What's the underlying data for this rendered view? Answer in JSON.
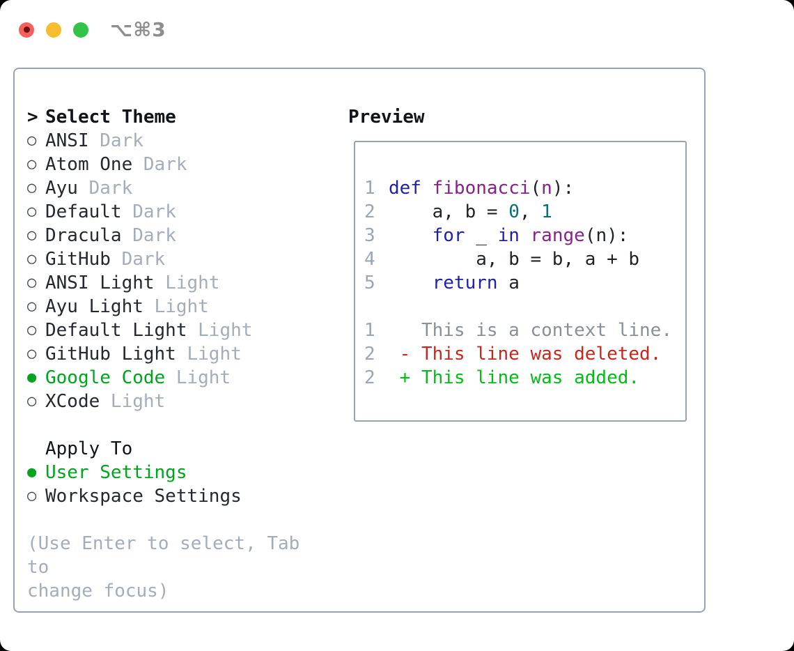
{
  "window": {
    "title": "⌥⌘3",
    "controls": [
      {
        "name": "close",
        "color": "#f4615c",
        "inner_dot": "#6e100d"
      },
      {
        "name": "minimize",
        "color": "#f7bd2f",
        "inner_dot": null
      },
      {
        "name": "zoom",
        "color": "#33c348",
        "inner_dot": null
      }
    ]
  },
  "colors": {
    "border": "#99a3b0",
    "text": "#24292f",
    "muted": "#a4adba",
    "linenum": "#9aa5b5",
    "selection": "#00a41f",
    "keyword": "#1f1fae",
    "name": "#882288",
    "literal": "#0b6e6e",
    "plain": "#1f2328",
    "context": "#8a9097",
    "deleted": "#c9271b",
    "added": "#00bd17",
    "title_gray": "#8e8e8e"
  },
  "theme_picker": {
    "title_marker": ">",
    "title": "Select Theme",
    "radio_unselected": "○",
    "radio_selected": "●",
    "items": [
      {
        "name": "ANSI",
        "variant": "Dark",
        "selected": false
      },
      {
        "name": "Atom One",
        "variant": "Dark",
        "selected": false
      },
      {
        "name": "Ayu",
        "variant": "Dark",
        "selected": false
      },
      {
        "name": "Default",
        "variant": "Dark",
        "selected": false
      },
      {
        "name": "Dracula",
        "variant": "Dark",
        "selected": false
      },
      {
        "name": "GitHub",
        "variant": "Dark",
        "selected": false
      },
      {
        "name": "ANSI Light",
        "variant": "Light",
        "selected": false
      },
      {
        "name": "Ayu Light",
        "variant": "Light",
        "selected": false
      },
      {
        "name": "Default Light",
        "variant": "Light",
        "selected": false
      },
      {
        "name": "GitHub Light",
        "variant": "Light",
        "selected": false
      },
      {
        "name": "Google Code",
        "variant": "Light",
        "selected": true
      },
      {
        "name": "XCode",
        "variant": "Light",
        "selected": false
      }
    ]
  },
  "apply_to": {
    "title": "Apply To",
    "options": [
      {
        "label": "User Settings",
        "selected": true
      },
      {
        "label": "Workspace Settings",
        "selected": false
      }
    ]
  },
  "hint": "(Use Enter to select, Tab to\nchange focus)",
  "preview": {
    "title": "Preview",
    "code_lines": [
      {
        "num": "1",
        "segments": [
          {
            "t": "def",
            "c": "keyword"
          },
          {
            "t": " ",
            "c": "plain"
          },
          {
            "t": "fibonacci",
            "c": "name"
          },
          {
            "t": "(",
            "c": "plain"
          },
          {
            "t": "n",
            "c": "name"
          },
          {
            "t": "):",
            "c": "plain"
          }
        ]
      },
      {
        "num": "2",
        "segments": [
          {
            "t": "    a, b = ",
            "c": "plain"
          },
          {
            "t": "0",
            "c": "literal"
          },
          {
            "t": ", ",
            "c": "plain"
          },
          {
            "t": "1",
            "c": "literal"
          }
        ]
      },
      {
        "num": "3",
        "segments": [
          {
            "t": "    ",
            "c": "plain"
          },
          {
            "t": "for",
            "c": "keyword"
          },
          {
            "t": " _ ",
            "c": "plain"
          },
          {
            "t": "in",
            "c": "keyword"
          },
          {
            "t": " ",
            "c": "plain"
          },
          {
            "t": "range",
            "c": "name"
          },
          {
            "t": "(n):",
            "c": "plain"
          }
        ]
      },
      {
        "num": "4",
        "segments": [
          {
            "t": "        a, b = b, a + b",
            "c": "plain"
          }
        ]
      },
      {
        "num": "5",
        "segments": [
          {
            "t": "    ",
            "c": "plain"
          },
          {
            "t": "return",
            "c": "keyword"
          },
          {
            "t": " a",
            "c": "plain"
          }
        ]
      },
      {
        "num": "",
        "segments": []
      },
      {
        "num": "1",
        "segments": [
          {
            "t": "   This is a context line.",
            "c": "context"
          }
        ]
      },
      {
        "num": "2",
        "segments": [
          {
            "t": " - This line was deleted.",
            "c": "deleted"
          }
        ]
      },
      {
        "num": "2",
        "segments": [
          {
            "t": " + This line was added.",
            "c": "added"
          }
        ]
      }
    ]
  }
}
